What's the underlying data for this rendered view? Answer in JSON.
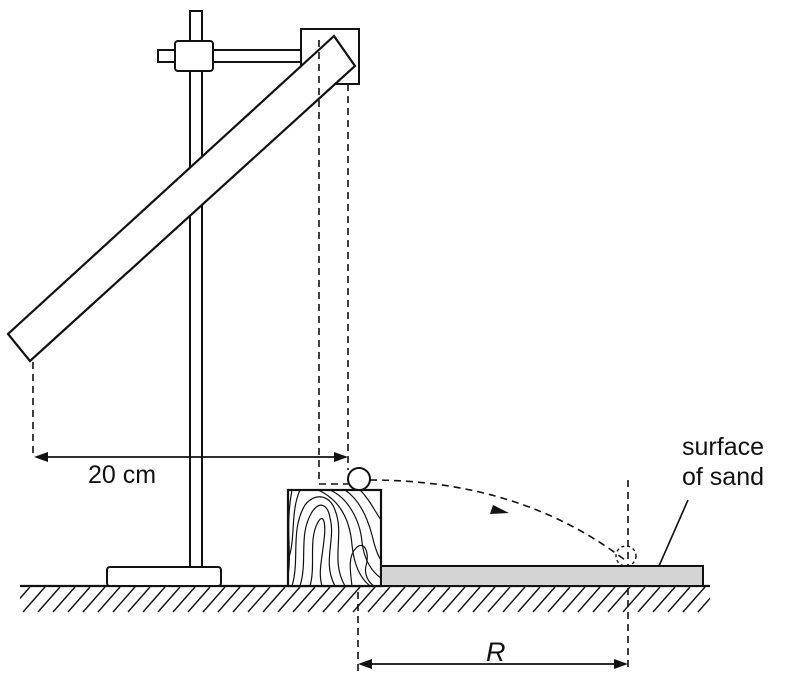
{
  "labels": {
    "distance": "20 cm",
    "range": "R",
    "sand_line1": "surface",
    "sand_line2": "of sand"
  },
  "colors": {
    "ink": "#111111",
    "sand": "#d4d4d4",
    "background": "#ffffff"
  }
}
